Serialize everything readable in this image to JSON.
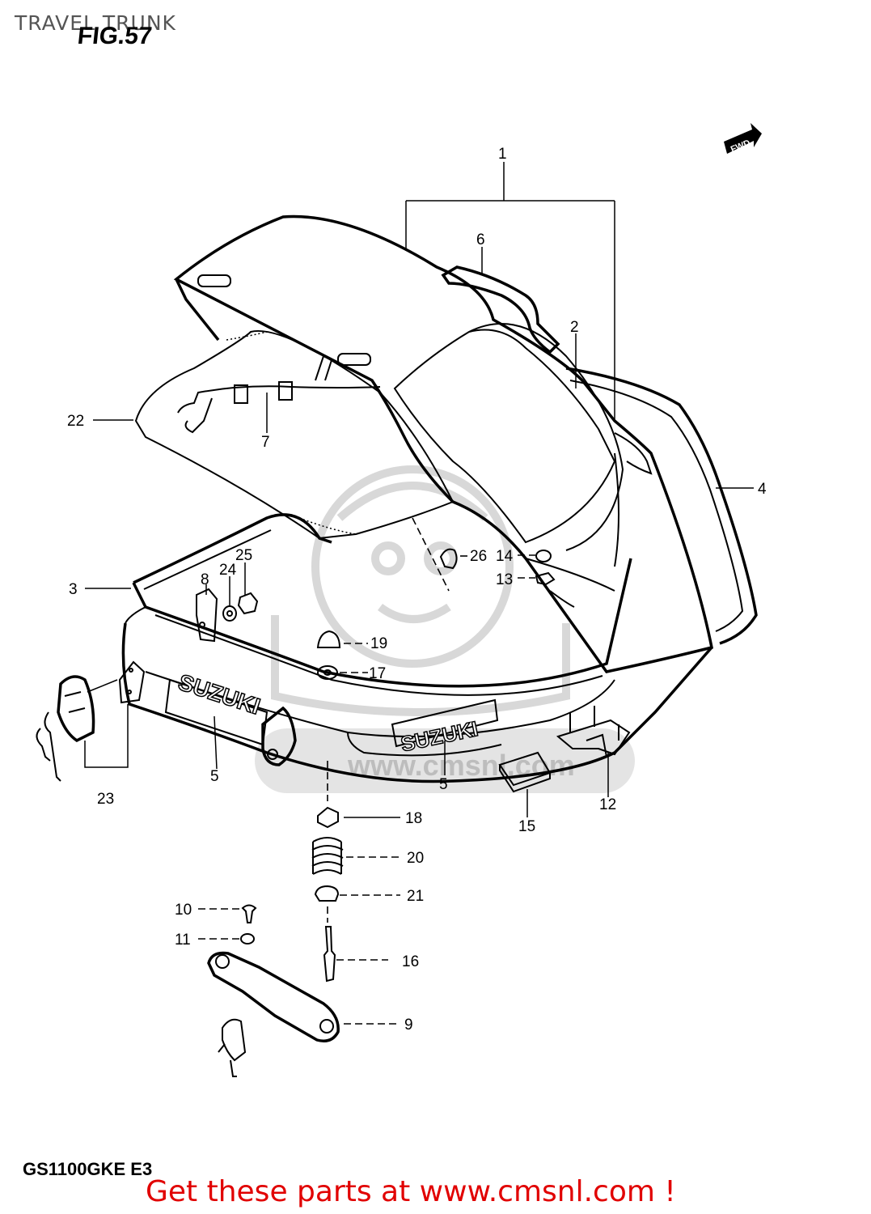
{
  "header": {
    "title": "TRAVEL TRUNK",
    "figure": "FIG.57"
  },
  "direction_marker": "FWD",
  "footer": {
    "model_code": "GS1100GKE  E3",
    "promo": "Get these parts at www.cmsnl.com !"
  },
  "brand_marks": {
    "lid_emblem": "SUZUKI",
    "side_emblem": "SUZUKI",
    "watermark": "www.cmsnl.com"
  },
  "callouts": [
    {
      "id": "1",
      "label": "1"
    },
    {
      "id": "2",
      "label": "2"
    },
    {
      "id": "3",
      "label": "3"
    },
    {
      "id": "4",
      "label": "4"
    },
    {
      "id": "5a",
      "label": "5"
    },
    {
      "id": "5b",
      "label": "5"
    },
    {
      "id": "6",
      "label": "6"
    },
    {
      "id": "7",
      "label": "7"
    },
    {
      "id": "8",
      "label": "8"
    },
    {
      "id": "9",
      "label": "9"
    },
    {
      "id": "10",
      "label": "10"
    },
    {
      "id": "11",
      "label": "11"
    },
    {
      "id": "12",
      "label": "12"
    },
    {
      "id": "13",
      "label": "13"
    },
    {
      "id": "14",
      "label": "14"
    },
    {
      "id": "15",
      "label": "15"
    },
    {
      "id": "16",
      "label": "16"
    },
    {
      "id": "17",
      "label": "17"
    },
    {
      "id": "18",
      "label": "18"
    },
    {
      "id": "19",
      "label": "19"
    },
    {
      "id": "20",
      "label": "20"
    },
    {
      "id": "21",
      "label": "21"
    },
    {
      "id": "22",
      "label": "22"
    },
    {
      "id": "23",
      "label": "23"
    },
    {
      "id": "24",
      "label": "24"
    },
    {
      "id": "25",
      "label": "25"
    },
    {
      "id": "26",
      "label": "26"
    }
  ]
}
